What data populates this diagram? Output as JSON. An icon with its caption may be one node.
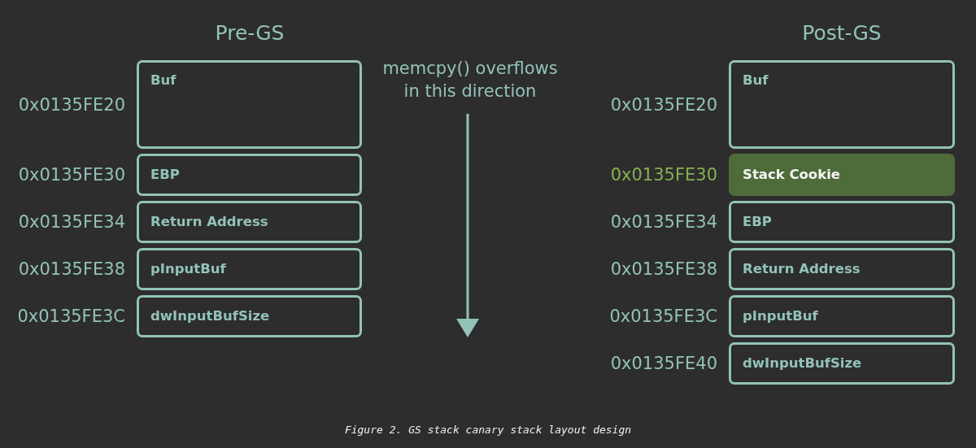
{
  "diagram": {
    "caption": "Figure 2. GS stack canary stack layout design",
    "nodes": [
      {
        "text": [
          "Buf"
        ],
        "beside": [
          "0x0135FE20"
        ]
      },
      {
        "text": [
          "EBP"
        ],
        "beside": [
          "0x0135FE30"
        ]
      },
      {
        "text": [
          "Return Address"
        ],
        "beside": [
          "0x0135FE34"
        ]
      },
      {
        "text": [
          "pInputBuf"
        ],
        "beside": [
          "0x0135FE38"
        ]
      },
      {
        "text": [
          "dwInputBufSize"
        ],
        "beside": [
          "0x0135FE3C"
        ]
      },
      {
        "text": [
          "Buf"
        ],
        "beside": [
          "0x0135FE20"
        ]
      },
      {
        "text": [
          "Stack Cookie"
        ],
        "beside": [
          "0x0135FE30"
        ]
      },
      {
        "text": [
          "EBP"
        ],
        "beside": [
          "0x0135FE34"
        ]
      },
      {
        "text": [
          "Return Address"
        ],
        "beside": [
          "0x0135FE38"
        ]
      },
      {
        "text": [
          "pInputBuf"
        ],
        "beside": [
          "0x0135FE3C"
        ]
      },
      {
        "text": [
          "dwInputBufSize"
        ],
        "beside": [
          "0x0135FE40"
        ]
      }
    ],
    "labels": [
      "Pre-GS",
      "memcpy() overflows in this direction",
      "Post-GS"
    ]
  }
}
